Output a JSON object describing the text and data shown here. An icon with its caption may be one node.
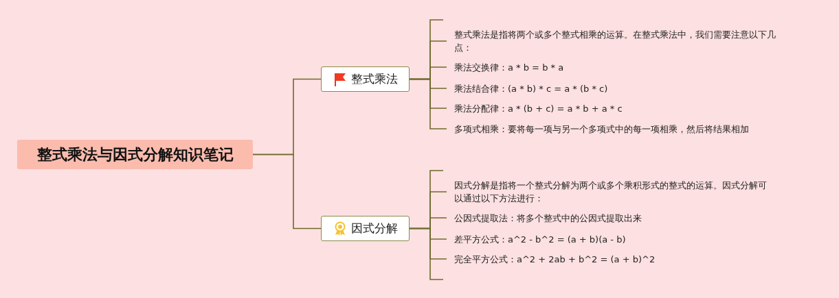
{
  "diagram": {
    "nodes": [
      {
        "text": [
          "整式乘法与因式分解知识笔记"
        ]
      },
      {
        "text": [
          "整式乘法"
        ]
      },
      {
        "text": [
          "整式乘法是指将两个或多个整式相乘的运算。在整式乘法中，我们需要注意以下几点："
        ]
      },
      {
        "text": [
          "乘法交换律：a * b = b * a"
        ]
      },
      {
        "text": [
          "乘法结合律：(a * b) * c = a * (b * c)"
        ]
      },
      {
        "text": [
          "乘法分配律：a * (b + c) = a * b + a * c"
        ]
      },
      {
        "text": [
          "多项式相乘：要将每一项与另一个多项式中的每一项相乘，然后将结果相加"
        ]
      },
      {
        "text": [
          "因式分解"
        ]
      },
      {
        "text": [
          "因式分解是指将一个整式分解为两个或多个乘积形式的整式的运算。因式分解可以通过以下方法进行："
        ]
      },
      {
        "text": [
          "公因式提取法：将多个整式中的公因式提取出来"
        ]
      },
      {
        "text": [
          "差平方公式：a^2 - b^2 = (a + b)(a - b)"
        ]
      },
      {
        "text": [
          "完全平方公式：a^2 + 2ab + b^2 = (a + b)^2"
        ]
      }
    ],
    "edges": [
      {
        "from": 0,
        "to": 1,
        "arrow": "none"
      },
      {
        "from": 0,
        "to": 7,
        "arrow": "none"
      },
      {
        "from": 1,
        "to": 2,
        "arrow": "none"
      },
      {
        "from": 1,
        "to": 3,
        "arrow": "none"
      },
      {
        "from": 1,
        "to": 4,
        "arrow": "none"
      },
      {
        "from": 1,
        "to": 5,
        "arrow": "none"
      },
      {
        "from": 1,
        "to": 6,
        "arrow": "none"
      },
      {
        "from": 7,
        "to": 8,
        "arrow": "none"
      },
      {
        "from": 7,
        "to": 9,
        "arrow": "none"
      },
      {
        "from": 7,
        "to": 10,
        "arrow": "none"
      },
      {
        "from": 7,
        "to": 11,
        "arrow": "none"
      }
    ]
  }
}
